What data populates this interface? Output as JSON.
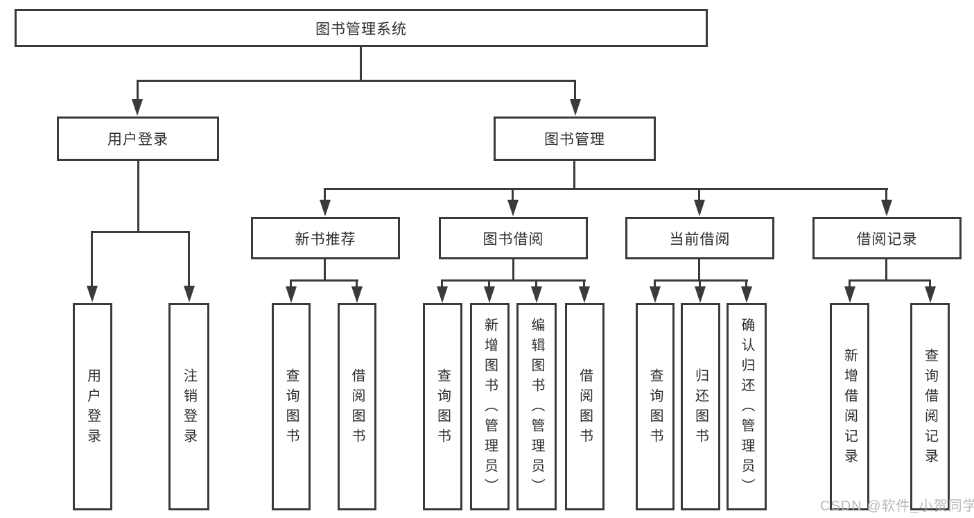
{
  "diagram": {
    "title": "图书管理系统",
    "root": {
      "label": "图书管理系统"
    },
    "level2": [
      {
        "label": "用户登录"
      },
      {
        "label": "图书管理"
      }
    ],
    "level3": [
      {
        "label": "新书推荐"
      },
      {
        "label": "图书借阅"
      },
      {
        "label": "当前借阅"
      },
      {
        "label": "借阅记录"
      }
    ],
    "leaves": {
      "user_login": [
        "用户登录",
        "注销登录"
      ],
      "new_book": [
        "查询图书",
        "借阅图书"
      ],
      "book_borrow": [
        "查询图书",
        "新增图书（管理员）",
        "编辑图书（管理员）",
        "借阅图书"
      ],
      "current_borrow": [
        "查询图书",
        "归还图书",
        "确认归还（管理员）"
      ],
      "borrow_record": [
        "新增借阅记录",
        "查询借阅记录"
      ]
    }
  },
  "watermark": {
    "text": "CSDN @软件_小贺同学"
  },
  "colors": {
    "background": "#ffffff",
    "line": "#3a3a3a",
    "box_border": "#3a3a3a",
    "text": "#2e2e2e",
    "watermark": "#b5b3b3"
  }
}
